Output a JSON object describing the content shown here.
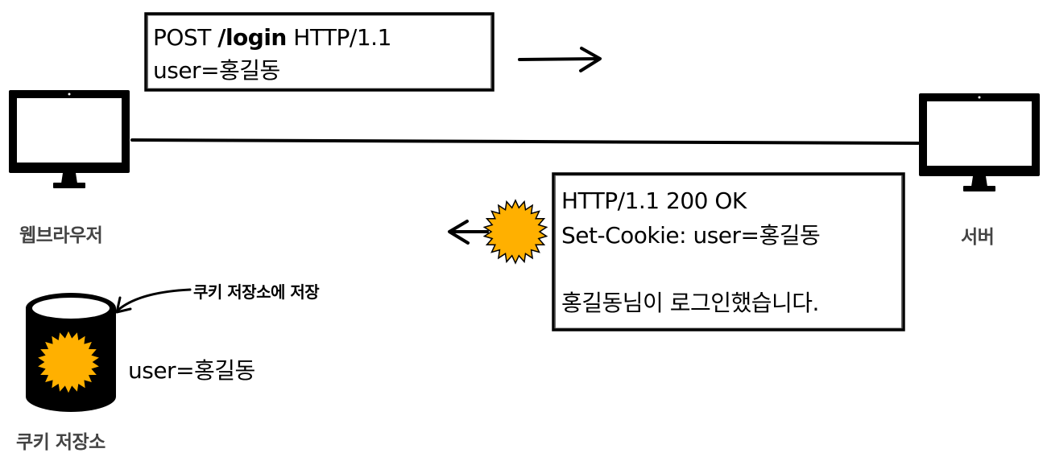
{
  "colors": {
    "ink": "#000000",
    "cookie": "#FFB000",
    "caption": "#444444"
  },
  "icons": {
    "client": "monitor-icon",
    "server": "monitor-icon",
    "storage": "database-cylinder-icon",
    "cookie": "cookie-starburst-icon"
  },
  "client": {
    "label": "웹브라우저"
  },
  "server": {
    "label": "서버"
  },
  "request": {
    "method": "POST",
    "path": "/login",
    "protocol": "HTTP/1.1",
    "body": "user=홍길동"
  },
  "response": {
    "status_line": "HTTP/1.1 200 OK",
    "header": "Set-Cookie: user=홍길동",
    "body": "홍길동님이 로그인했습니다."
  },
  "storage": {
    "label": "쿠키 저장소",
    "annotation": "쿠키 저장소에 저장",
    "content": "user=홍길동"
  }
}
